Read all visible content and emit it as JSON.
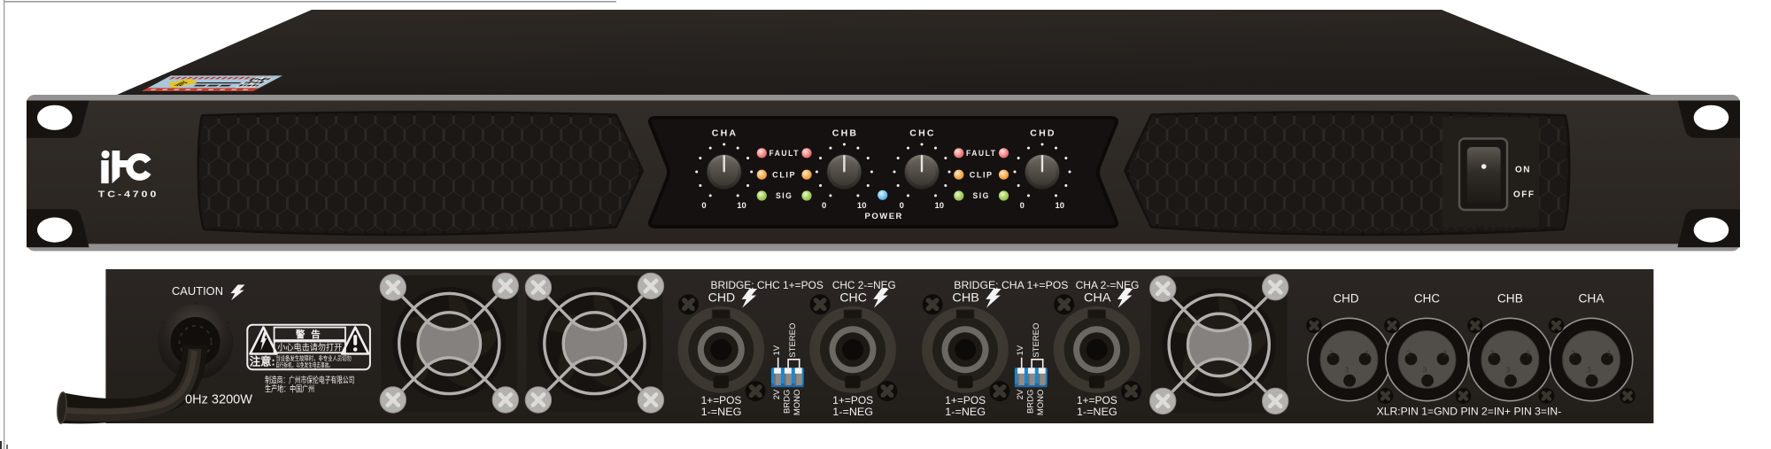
{
  "device": {
    "brand_logo": "itc",
    "model": "TC-4700"
  },
  "front_panel": {
    "channels": [
      {
        "label": "CHA",
        "scale_min": "0",
        "scale_max": "10"
      },
      {
        "label": "CHB",
        "scale_min": "0",
        "scale_max": "10"
      },
      {
        "label": "CHC",
        "scale_min": "0",
        "scale_max": "10"
      },
      {
        "label": "CHD",
        "scale_min": "0",
        "scale_max": "10"
      }
    ],
    "led_labels": {
      "fault": "FAULT",
      "clip": "CLIP",
      "sig": "SIG"
    },
    "power_led_label": "POWER",
    "power_switch": {
      "on": "ON",
      "off": "OFF"
    }
  },
  "rear_panel": {
    "caution": "CAUTION",
    "bridge_labels": [
      "BRIDGE: CHC 1+=POS",
      "CHC 2-=NEG",
      "BRIDGE: CHA 1+=POS",
      "CHA 2-=NEG"
    ],
    "speakon_outputs": [
      {
        "label": "CHD",
        "line1": "1+=POS",
        "line2": "1-=NEG"
      },
      {
        "label": "CHC",
        "line1": "1+=POS",
        "line2": "1-=NEG"
      },
      {
        "label": "CHB",
        "line1": "1+=POS",
        "line2": "1-=NEG"
      },
      {
        "label": "CHA",
        "line1": "1+=POS",
        "line2": "1-=NEG"
      }
    ],
    "dip_switch_labels": {
      "top1": "1V",
      "top2": "STEREO",
      "bottom1": "2V",
      "bottom2": "BRDG",
      "bottom3": "MONO"
    },
    "xlr_inputs": [
      {
        "label": "CHD"
      },
      {
        "label": "CHC"
      },
      {
        "label": "CHB"
      },
      {
        "label": "CHA"
      }
    ],
    "xlr_pins": {
      "pin2": "2",
      "pin1": "1",
      "pin3": "3"
    },
    "xlr_note": "XLR:PIN 1=GND PIN 2=IN+ PIN 3=IN-",
    "power_rating": "0Hz  3200W",
    "warning_label": {
      "title": "警 告",
      "subtitle": "小心电击请勿打开",
      "attention": "注意:",
      "detail_line1": "当设备发生故障时，非专业人员切勿",
      "detail_line2": "自行拆机，以免发生电击事故。"
    },
    "manufacturer": "制造商：广州市保伦电子有限公司",
    "origin": "生产地：中国广州"
  },
  "colors": {
    "panel_face": "#322d29",
    "panel_top": "#292420",
    "rack_ear": "#171310",
    "metal_strip": "#939393",
    "recess": "#151110",
    "dip_blue": "#1e86cd",
    "led_red": "#e05555",
    "led_orange": "#f2a950",
    "led_green": "#8fbb4a",
    "led_blue": "#4aa3d8"
  }
}
